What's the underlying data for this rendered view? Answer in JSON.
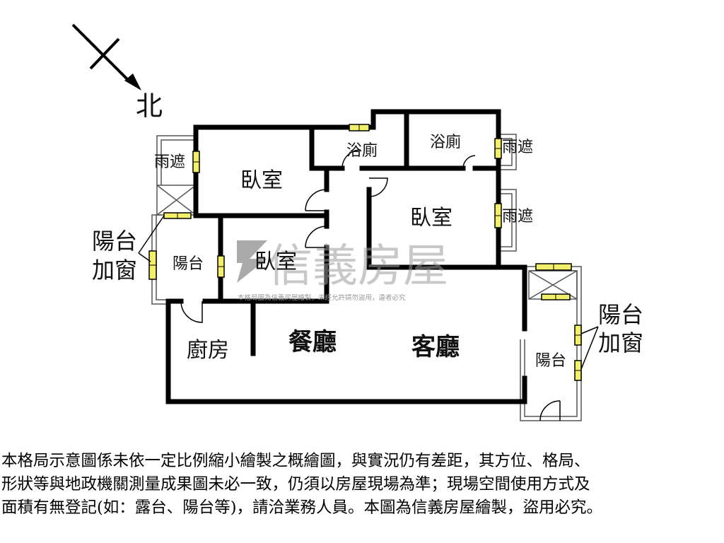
{
  "compass": {
    "north_label": "北"
  },
  "rooms": {
    "bedroom_top_left": "臥室",
    "bedroom_right": "臥室",
    "bedroom_middle": "臥室",
    "bath_left": "浴廁",
    "bath_right": "浴廁",
    "kitchen": "廚房",
    "dining": "餐廳",
    "living": "客廳",
    "balcony_left": "陽台",
    "balcony_right": "陽台",
    "canopy_left": "雨遮",
    "canopy_right_top": "雨遮",
    "canopy_right_mid": "雨遮"
  },
  "callouts": {
    "left_line1": "陽台",
    "left_line2": "加窗",
    "right_line1": "陽台",
    "right_line2": "加窗"
  },
  "watermark": {
    "brand": "信義房屋",
    "notice": "本格局圖為信義房屋繪製，未經允許請勿盜用，違者必究"
  },
  "disclaimer": {
    "line1": "本格局示意圖係未依一定比例縮小繪製之概繪圖，與實況仍有差距，其方位、格局、",
    "line2": "形狀等與地政機關測量成果圖未必一致，仍須以房屋現場為準；現場空間使用方式及",
    "line3": "面積有無登記(如：露台、陽台等)，請洽業務人員。本圖為信義房屋繪製，盜用必究。"
  },
  "colors": {
    "wall": "#000000",
    "window": "#f2ef6a",
    "watermark": "#9a9a9a"
  }
}
